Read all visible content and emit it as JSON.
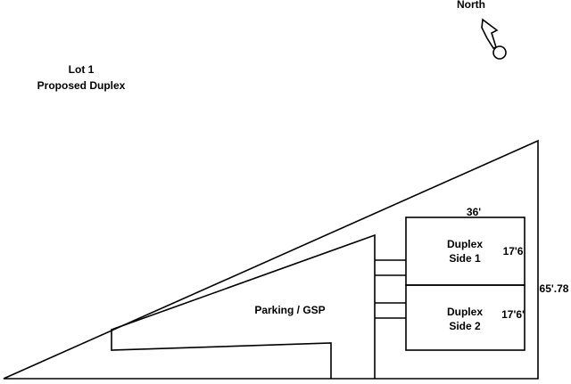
{
  "plan": {
    "title_line1": "Lot 1",
    "title_line2": "Proposed Duplex",
    "north_label": "North",
    "parking_label": "Parking / GSP",
    "unit1": {
      "line1": "Duplex",
      "line2": "Side 1",
      "dim": "17'6"
    },
    "unit2": {
      "line1": "Duplex",
      "line2": "Side 2",
      "dim": "17'6'"
    },
    "width_dim": "36'",
    "depth_dim": "65'.78"
  }
}
